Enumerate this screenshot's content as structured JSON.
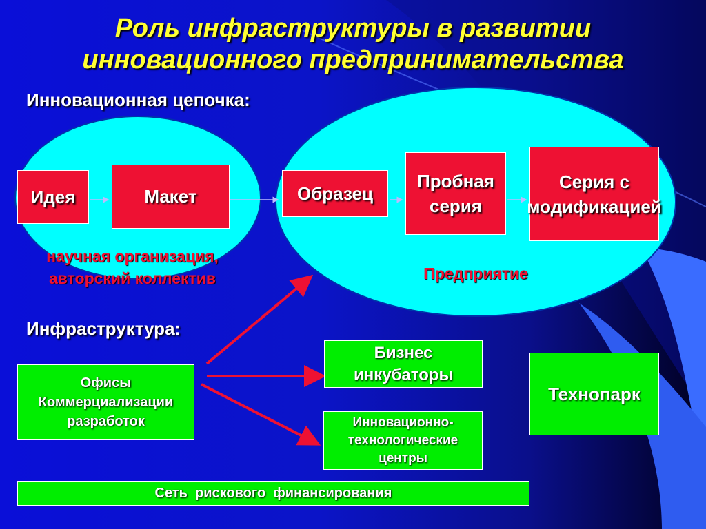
{
  "title": {
    "line1": "Роль инфраструктуры в развитии",
    "line2": "инновационного предпринимательства"
  },
  "chain": {
    "heading": "Инновационная цепочка:",
    "idea": "Идея",
    "model": "Макет",
    "sample": "Образец",
    "pilot": {
      "line1": "Пробная",
      "line2": "серия"
    },
    "series": {
      "line1": "Серия с",
      "line2": "модификацией"
    },
    "science_org": {
      "line1": "научная организация,",
      "line2": "авторский коллектив"
    },
    "enterprise": "Предприятие"
  },
  "infrastructure": {
    "heading": "Инфраструктура:",
    "offices": {
      "line1": "Офисы",
      "line2": "Коммерциализации",
      "line3": "разработок"
    },
    "business_incubators": {
      "line1": "Бизнес",
      "line2": "инкубаторы"
    },
    "tech_centers": {
      "line1": "Инновационно-",
      "line2": "технологические",
      "line3": "центры"
    },
    "technopark": "Технопарк",
    "venture_network": "Сеть  рискового  финансирования"
  },
  "colors": {
    "background": "#0b14c8",
    "title": "#ffff33",
    "ellipse": "#00ffff",
    "red_box": "#ee1133",
    "green_box": "#00ee00",
    "arrow": "#ee1133"
  }
}
